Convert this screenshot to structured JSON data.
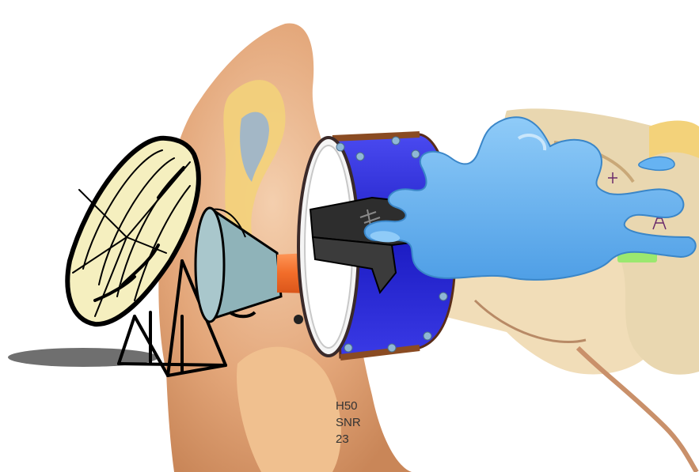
{
  "annotation": {
    "lines": [
      "H50",
      "SNR",
      "23"
    ]
  },
  "icons": [
    "ear-anatomy-illustration",
    "satellite-dish-icon",
    "horn-antenna-icon",
    "bullet-icon",
    "bass-drum-icon",
    "water-splash-icon"
  ],
  "colors": {
    "skin": "#e8b58a",
    "cartilage": "#f3d27a",
    "drum_shell": "#2f2fd6",
    "splash": "#66b3f2",
    "bullet": "#f26d2a",
    "horn": "#8fb3b9",
    "dish": "#f5efbf"
  }
}
